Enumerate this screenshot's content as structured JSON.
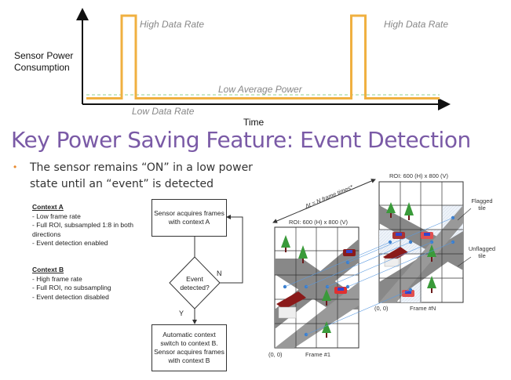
{
  "chart_data": {
    "type": "line",
    "title": "",
    "ylabel": "Sensor Power Consumption",
    "xlabel": "Time",
    "x": [
      0,
      0.1,
      0.1,
      0.14,
      0.14,
      0.75,
      0.75,
      0.79,
      0.79,
      1.0
    ],
    "series": [
      {
        "name": "Sensor power",
        "color": "#f0b040",
        "values": [
          0.05,
          0.05,
          1.0,
          1.0,
          0.05,
          0.05,
          1.0,
          1.0,
          0.05,
          0.05
        ]
      },
      {
        "name": "Low Average Power",
        "color": "#8fd08f",
        "style": "dashed",
        "values": [
          0.09,
          0.09,
          0.09,
          0.09,
          0.09,
          0.09,
          0.09,
          0.09,
          0.09,
          0.09
        ]
      }
    ],
    "annotations": [
      "High Data Rate",
      "High Data Rate",
      "Low Average Power",
      "Low Data Rate"
    ],
    "ylim": [
      0,
      1.1
    ],
    "grid": false,
    "colors": {
      "power": "#f0b040",
      "average": "#8fd08f",
      "annotation": "#888888",
      "axis": "#111111"
    }
  },
  "slide": {
    "title": "Key Power Saving Feature: Event Detection",
    "title_color": "#7a5aa6",
    "bullet": "The sensor remains “ON” in a low power state until an “event” is detected",
    "bullet_color": "#e88a2e"
  },
  "contexts": {
    "a": {
      "heading": "Context A",
      "lines": [
        "- Low frame rate",
        "- Full ROI, subsampled 1:8 in both directions",
        "- Event detection enabled"
      ]
    },
    "b": {
      "heading": "Context B",
      "lines": [
        "- High frame rate",
        "- Full ROI, no subsampling",
        "- Event detection disabled"
      ]
    }
  },
  "flowchart": {
    "box_a": "Sensor acquires frames with context A",
    "decision": "Event detected?",
    "no_label": "N",
    "yes_label": "Y",
    "box_b": "Automatic context switch to context B. Sensor acquires frames with context B"
  },
  "frames": {
    "delta_label": "Δt = N frame times*",
    "frame1": {
      "roi": "ROI: 600 (H) x 800 (V)",
      "origin": "(0, 0)",
      "label": "Frame #1"
    },
    "frameN": {
      "roi": "ROI: 600 (H) x 800 (V)",
      "origin": "(0, 0)",
      "label": "Frame #N"
    },
    "flagged_label": "Flagged tile",
    "unflagged_label": "Unflagged tile"
  }
}
